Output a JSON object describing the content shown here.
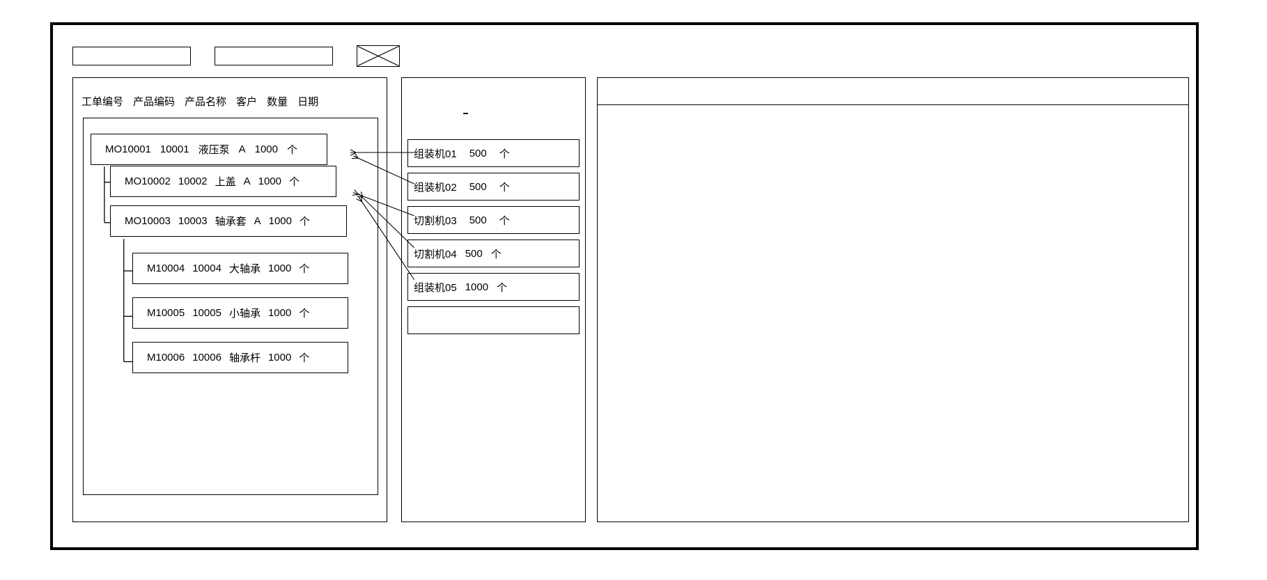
{
  "window": {
    "title": ""
  },
  "toolbar": {
    "field_1_value": "",
    "field_1_placeholder": "",
    "field_2_value": "",
    "field_2_placeholder": "",
    "icon_button_name": "crossed-box-icon"
  },
  "left_panel": {
    "columns": [
      "工单编号",
      "产品编码",
      "产品名称",
      "客户",
      "数量",
      "日期"
    ],
    "rows": [
      {
        "level": 0,
        "order_no": "MO10001",
        "product_code": "10001",
        "product_name": "液压泵",
        "customer": "A",
        "quantity": "1000",
        "unit": "个"
      },
      {
        "level": 1,
        "order_no": "MO10002",
        "product_code": "10002",
        "product_name": "上盖",
        "customer": "A",
        "quantity": "1000",
        "unit": "个"
      },
      {
        "level": 1,
        "order_no": "MO10003",
        "product_code": "10003",
        "product_name": "轴承套",
        "customer": "A",
        "quantity": "1000",
        "unit": "个"
      },
      {
        "level": 2,
        "order_no": "M10004",
        "product_code": "10004",
        "product_name": "大轴承",
        "customer": "",
        "quantity": "1000",
        "unit": "个"
      },
      {
        "level": 2,
        "order_no": "M10005",
        "product_code": "10005",
        "product_name": "小轴承",
        "customer": "",
        "quantity": "1000",
        "unit": "个"
      },
      {
        "level": 2,
        "order_no": "M10006",
        "product_code": "10006",
        "product_name": "轴承杆",
        "customer": "",
        "quantity": "1000",
        "unit": "个"
      }
    ]
  },
  "middle_panel": {
    "machines": [
      {
        "name": "组装机01",
        "quantity": "500",
        "unit": "个"
      },
      {
        "name": "组装机02",
        "quantity": "500",
        "unit": "个"
      },
      {
        "name": "切割机03",
        "quantity": "500",
        "unit": "个"
      },
      {
        "name": "切割机04",
        "quantity": "500",
        "unit": "个"
      },
      {
        "name": "组装机05",
        "quantity": "1000",
        "unit": "个"
      },
      {
        "name": "",
        "quantity": "",
        "unit": ""
      }
    ]
  },
  "right_panel": {
    "header_text": "",
    "body_text": ""
  },
  "colors": {
    "outline": "#000000",
    "background": "#ffffff"
  }
}
